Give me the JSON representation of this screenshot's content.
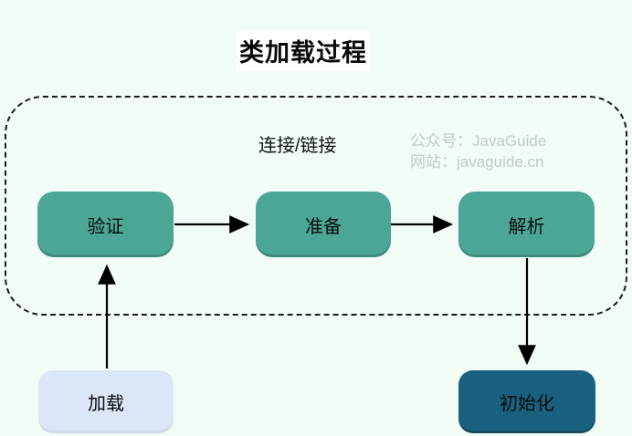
{
  "page": {
    "title": "类加载过程",
    "background_color": "#f0fcf4"
  },
  "diagram": {
    "linking_group_label": "连接/链接",
    "watermark": {
      "line1": "公众号：JavaGuide",
      "line2": "网站：javaguide.cn",
      "color": "#c3c9c4"
    },
    "nodes": [
      {
        "id": "load",
        "label": "加载",
        "color": "#dce6f9"
      },
      {
        "id": "verify",
        "label": "验证",
        "color": "#4ba696"
      },
      {
        "id": "prepare",
        "label": "准备",
        "color": "#4ba696"
      },
      {
        "id": "resolve",
        "label": "解析",
        "color": "#4ba696"
      },
      {
        "id": "initialize",
        "label": "初始化",
        "color": "#19617f"
      }
    ],
    "edges": [
      {
        "from": "load",
        "to": "verify"
      },
      {
        "from": "verify",
        "to": "prepare"
      },
      {
        "from": "prepare",
        "to": "resolve"
      },
      {
        "from": "resolve",
        "to": "initialize"
      }
    ],
    "container_border_color": "#1c1c1c",
    "arrow_color": "#000000"
  }
}
